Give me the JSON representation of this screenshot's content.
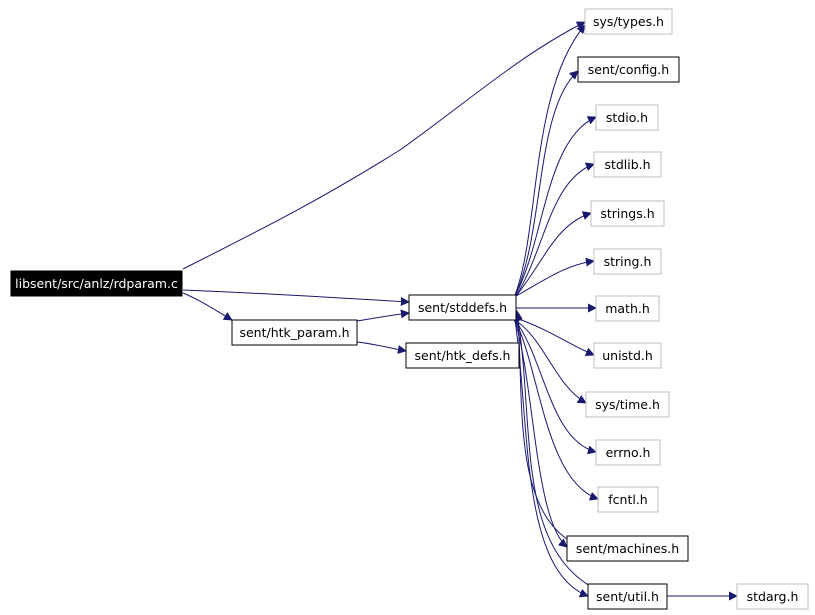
{
  "nodes": {
    "rdparam_c": "libsent/src/anlz/rdparam.c",
    "sys_types": "sys/types.h",
    "sent_config": "sent/config.h",
    "stdio": "stdio.h",
    "stdlib": "stdlib.h",
    "strings": "strings.h",
    "string": "string.h",
    "sent_stddefs": "sent/stddefs.h",
    "math": "math.h",
    "sent_htk_param": "sent/htk_param.h",
    "unistd": "unistd.h",
    "sent_htk_defs": "sent/htk_defs.h",
    "sys_time": "sys/time.h",
    "errno": "errno.h",
    "fcntl": "fcntl.h",
    "sent_machines": "sent/machines.h",
    "sent_util": "sent/util.h",
    "stdarg": "stdarg.h"
  },
  "colors": {
    "edge": "#191970",
    "root_fill": "#000000",
    "root_text": "#ffffff",
    "documented_border": "#000000",
    "external_border": "#bfbfbf"
  }
}
